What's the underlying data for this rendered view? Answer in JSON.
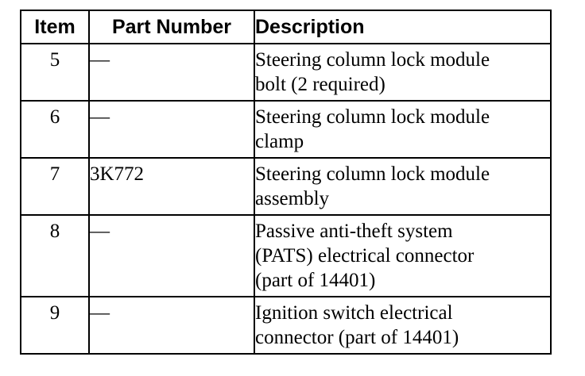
{
  "table": {
    "headers": {
      "item": "Item",
      "part_number": "Part Number",
      "description": "Description"
    },
    "rows": [
      {
        "item": "5",
        "part_number": "—",
        "description": [
          "Steering column lock module",
          "bolt (2 required)"
        ]
      },
      {
        "item": "6",
        "part_number": "—",
        "description": [
          "Steering column lock module",
          "clamp"
        ]
      },
      {
        "item": "7",
        "part_number": "3K772",
        "description": [
          "Steering column lock module",
          "assembly"
        ]
      },
      {
        "item": "8",
        "part_number": "—",
        "description": [
          "Passive anti-theft system",
          "(PATS) electrical connector",
          "(part of 14401)"
        ]
      },
      {
        "item": "9",
        "part_number": "—",
        "description": [
          "Ignition switch electrical",
          "connector (part of 14401)"
        ]
      }
    ]
  }
}
